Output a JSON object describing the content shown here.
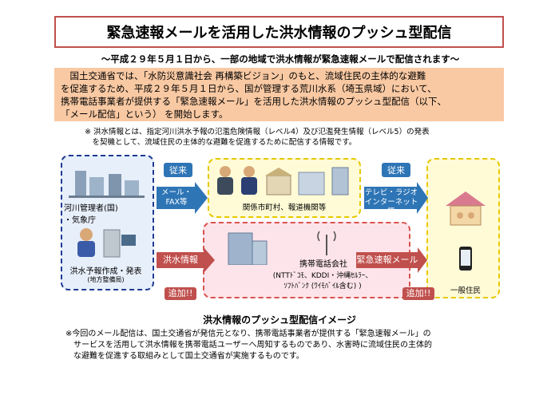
{
  "title": "緊急速報メールを活用した洪水情報のプッシュ型配信",
  "subtitle": "～平成２９年５月１日から、一部の地域で洪水情報が緊急速報メールで配信されます～",
  "intro": "　国土交通省では、「水防災意識社会 再構築ビジョン」のもと、流域住民の主体的な避難\nを促進するため、平成２９年５月１日から、国が管理する荒川水系（埼玉県域）において、\n携帯電話事業者が提供する「緊急速報メール」を活用した洪水情報のプッシュ型配信（以下、\n「メール配信」という） を開始します。",
  "note1": "※ 洪水情報とは、指定河川洪水予報の氾濫危険情報（レベル4）及び氾濫発生情報（レベル5）の発表\n　を契機として、流域住民の主体的な避難を促進するために配信する情報です。",
  "diagram": {
    "river_manager": "河川管理者(国)\n・気象庁",
    "forecast_maker": "洪水予報作成・発表",
    "forecast_sub": "(地方整備局)",
    "conventional1": "従来",
    "mail_fax": "メール・\nFAX等",
    "related": "関係市町村、報道機関等",
    "conventional2": "従来",
    "tv_radio": "テレビ・ラジオ\nインターネット等",
    "flood_info": "洪水情報",
    "added1": "追加!!",
    "carrier": "携帯電話会社",
    "carrier_list": "(NTTﾄﾞｺﾓ、KDDI・沖縄ｾﾙﾗｰ、\nｿﾌﾄﾊﾞﾝｸ (ﾜｲﾓﾊﾞｲﾙ含む) )",
    "emergency_mail": "緊急速報メール",
    "added2": "追加!!",
    "residents": "一般住民"
  },
  "caption": "洪水情報のプッシュ型配信イメージ",
  "footnote": "※今回のメール配信は、国土交通省が発信元となり、携帯電話事業者が提供する「緊急速報メール」の\n　サービスを活用して洪水情報を携帯電話ユーザーへ周知するものであり、水害時に流域住民の主体的\n　な避難を促進する取組みとして国土交通省が実施するものです。",
  "colors": {
    "title_border": "#c0504d",
    "intro_bg": "#f9c9a3",
    "blue": "#2e75b6",
    "red": "#c0504d",
    "yellow_bg": "#fffbd6",
    "pink_bg": "#fde4ea"
  }
}
